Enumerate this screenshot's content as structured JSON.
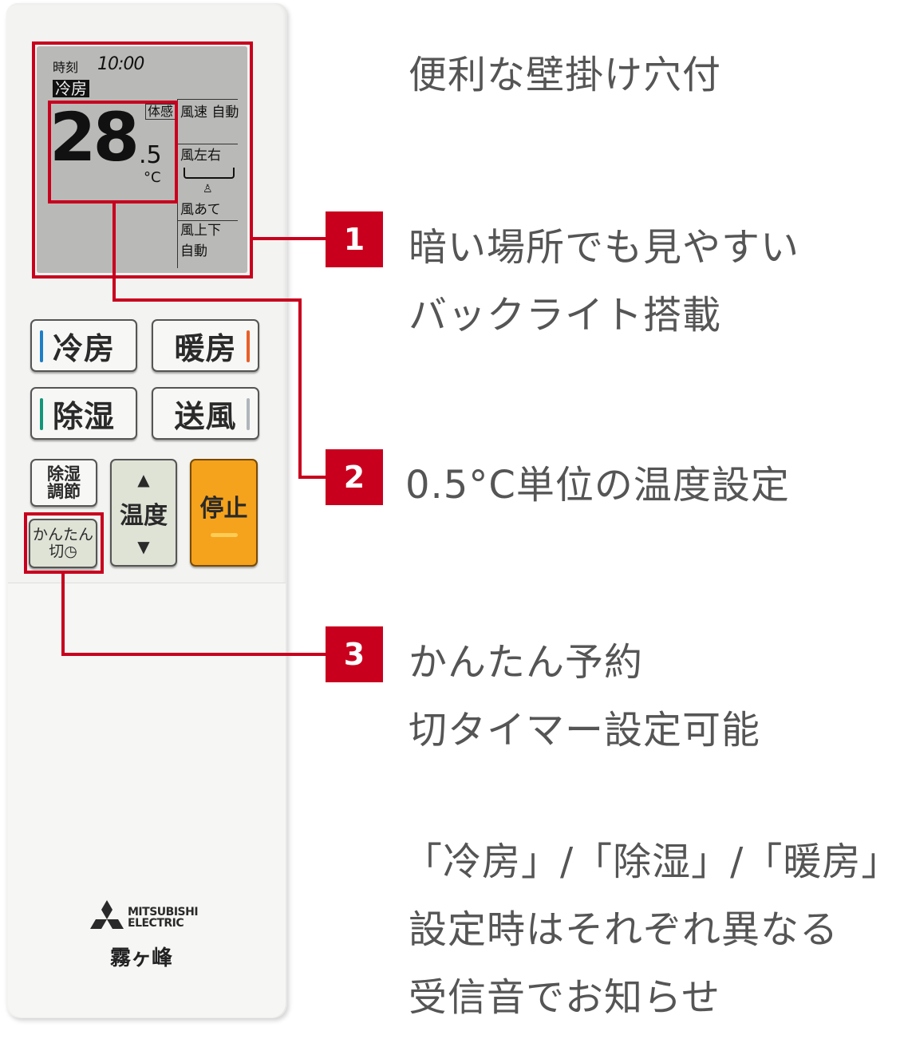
{
  "remote": {
    "lcd": {
      "clock_label": "時刻",
      "clock_time": "10:00",
      "mode": "冷房",
      "temperature": "28",
      "temperature_decimal": ".5",
      "unit": "°C",
      "taikan": "体感",
      "fan_speed": "風速 自動",
      "fan_lr": "風左右",
      "fan_ate": "風あて",
      "fan_ud": "風上下",
      "auto": "自動"
    },
    "buttons": {
      "cool": "冷房",
      "heat": "暖房",
      "dry": "除湿",
      "fan": "送風",
      "dry_adjust_1": "除湿",
      "dry_adjust_2": "調節",
      "easy_timer_1": "かんたん",
      "easy_timer_2": "切",
      "temp": "温度",
      "stop": "停止"
    },
    "stripe_colors": {
      "cool": "#1e7fc6",
      "heat": "#e8602a",
      "dry": "#14957a",
      "fan": "#b0b4bc"
    },
    "stop_color": "#f5a21c",
    "brand": "MITSUBISHI ELECTRIC",
    "series": "霧ヶ峰"
  },
  "accent_color": "#c8001e",
  "features": [
    {
      "lines": [
        "便利な壁掛け穴付"
      ]
    },
    {
      "number": "1",
      "lines": [
        "暗い場所でも見やすい",
        "バックライト搭載"
      ]
    },
    {
      "number": "2",
      "lines": [
        "0.5°C単位の温度設定"
      ]
    },
    {
      "number": "3",
      "lines": [
        "かんたん予約",
        "切タイマー設定可能"
      ]
    },
    {
      "lines": [
        "「冷房」/「除湿」/「暖房」",
        "設定時はそれぞれ異なる",
        "受信音でお知らせ"
      ]
    }
  ]
}
